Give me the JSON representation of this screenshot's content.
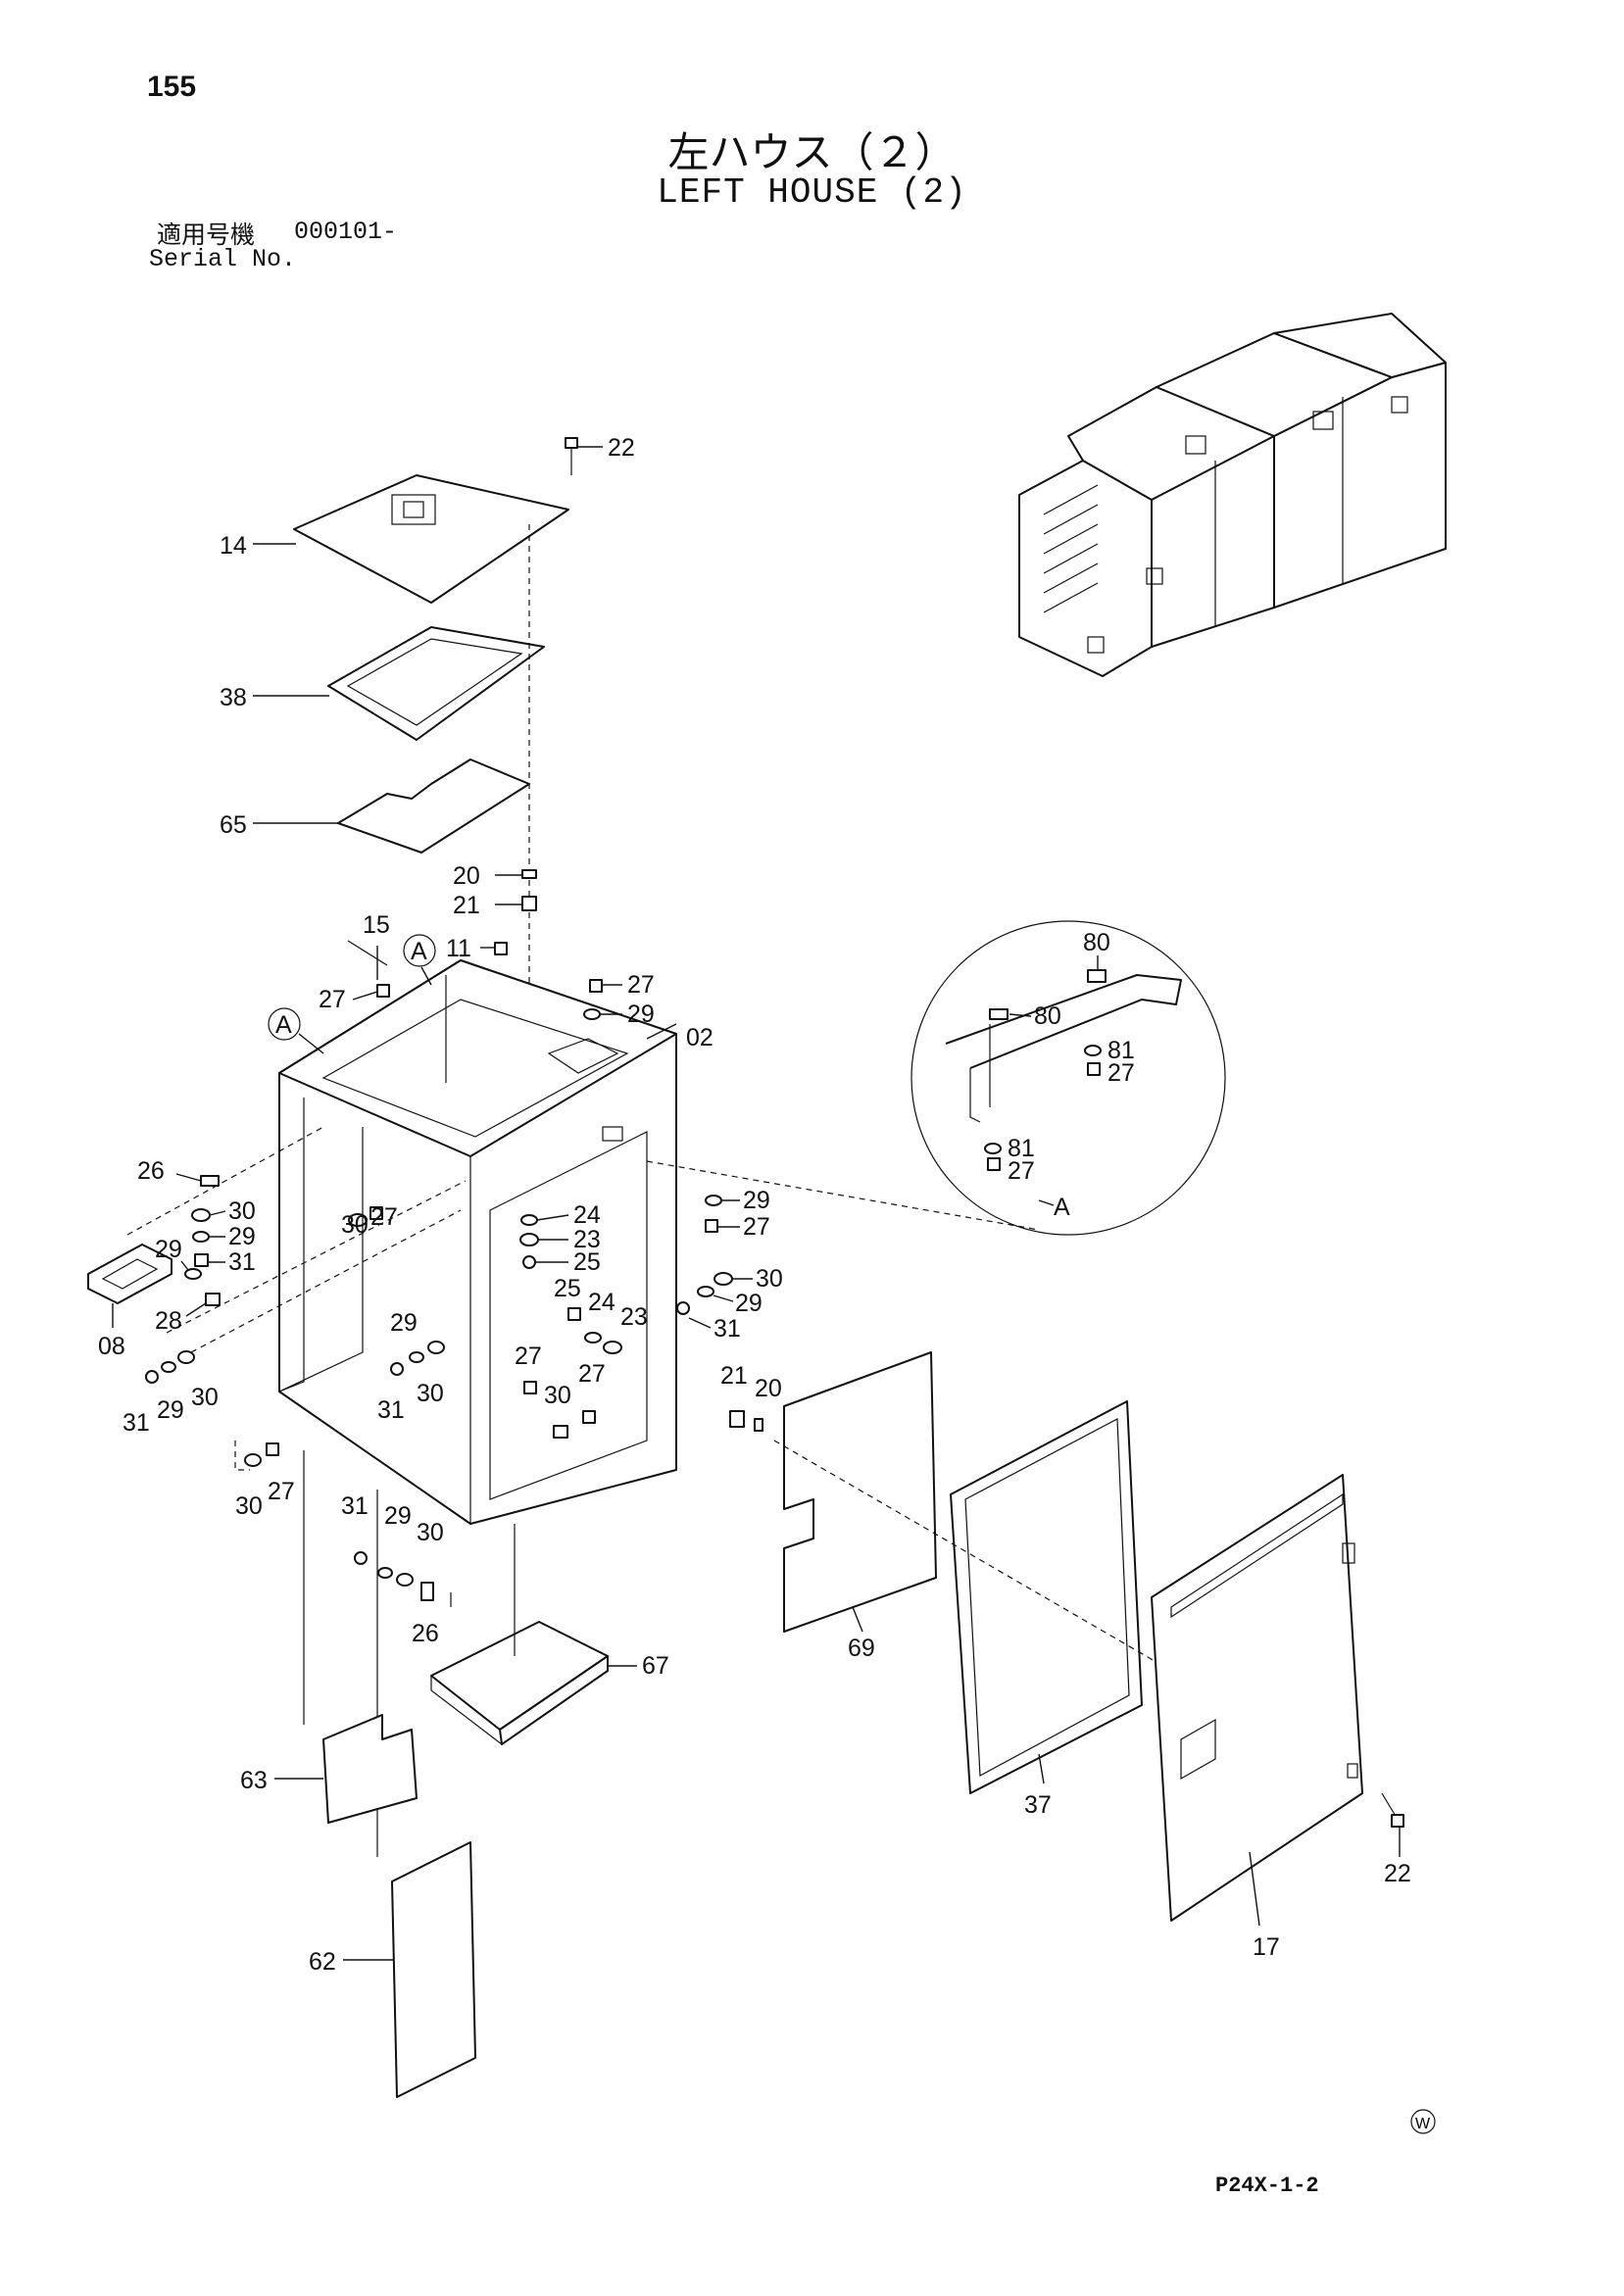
{
  "header": {
    "page_number": "155",
    "title_jp": "左ハウス（２）",
    "title_en": "LEFT HOUSE (2)",
    "serial_label_jp": "適用号機",
    "serial_value": "000101-",
    "serial_label_en": "Serial No."
  },
  "footer": {
    "figure_code": "P24X-1-2",
    "mark": "W"
  },
  "detail": {
    "marker": "A"
  },
  "callouts": {
    "c22a": "22",
    "c14": "14",
    "c38": "38",
    "c65": "65",
    "c20a": "20",
    "c21a": "21",
    "c15": "15",
    "cAa": "A",
    "c11": "11",
    "c27a": "27",
    "cAb": "A",
    "c27b": "27",
    "c29a": "29",
    "c02": "02",
    "c26a": "26",
    "c30a": "30",
    "c27c": "27",
    "c30b": "30",
    "c29b": "29",
    "c31a": "31",
    "c29c": "29",
    "c28": "28",
    "c08": "08",
    "c24a": "24",
    "c23a": "23",
    "c25a": "25",
    "c29d": "29",
    "c27d": "27",
    "c30c": "30",
    "c29e": "29",
    "c31b": "31",
    "c25b": "25",
    "c24b": "24",
    "c23b": "23",
    "c29f": "29",
    "c30d": "30",
    "c31c": "31",
    "c27e": "27",
    "c30e": "30",
    "c27f": "27",
    "c31d": "31",
    "c29g": "29",
    "c30f": "30",
    "c30g": "30",
    "c27g": "27",
    "c31e": "31",
    "c29h": "29",
    "c30h": "30",
    "c26b": "26",
    "c21b": "21",
    "c20b": "20",
    "c67": "67",
    "c69": "69",
    "c37": "37",
    "c63": "63",
    "c62": "62",
    "c17": "17",
    "c22b": "22",
    "c80a": "80",
    "c80b": "80",
    "c81a": "81",
    "c27h": "27",
    "c81b": "81",
    "c27i": "27"
  }
}
